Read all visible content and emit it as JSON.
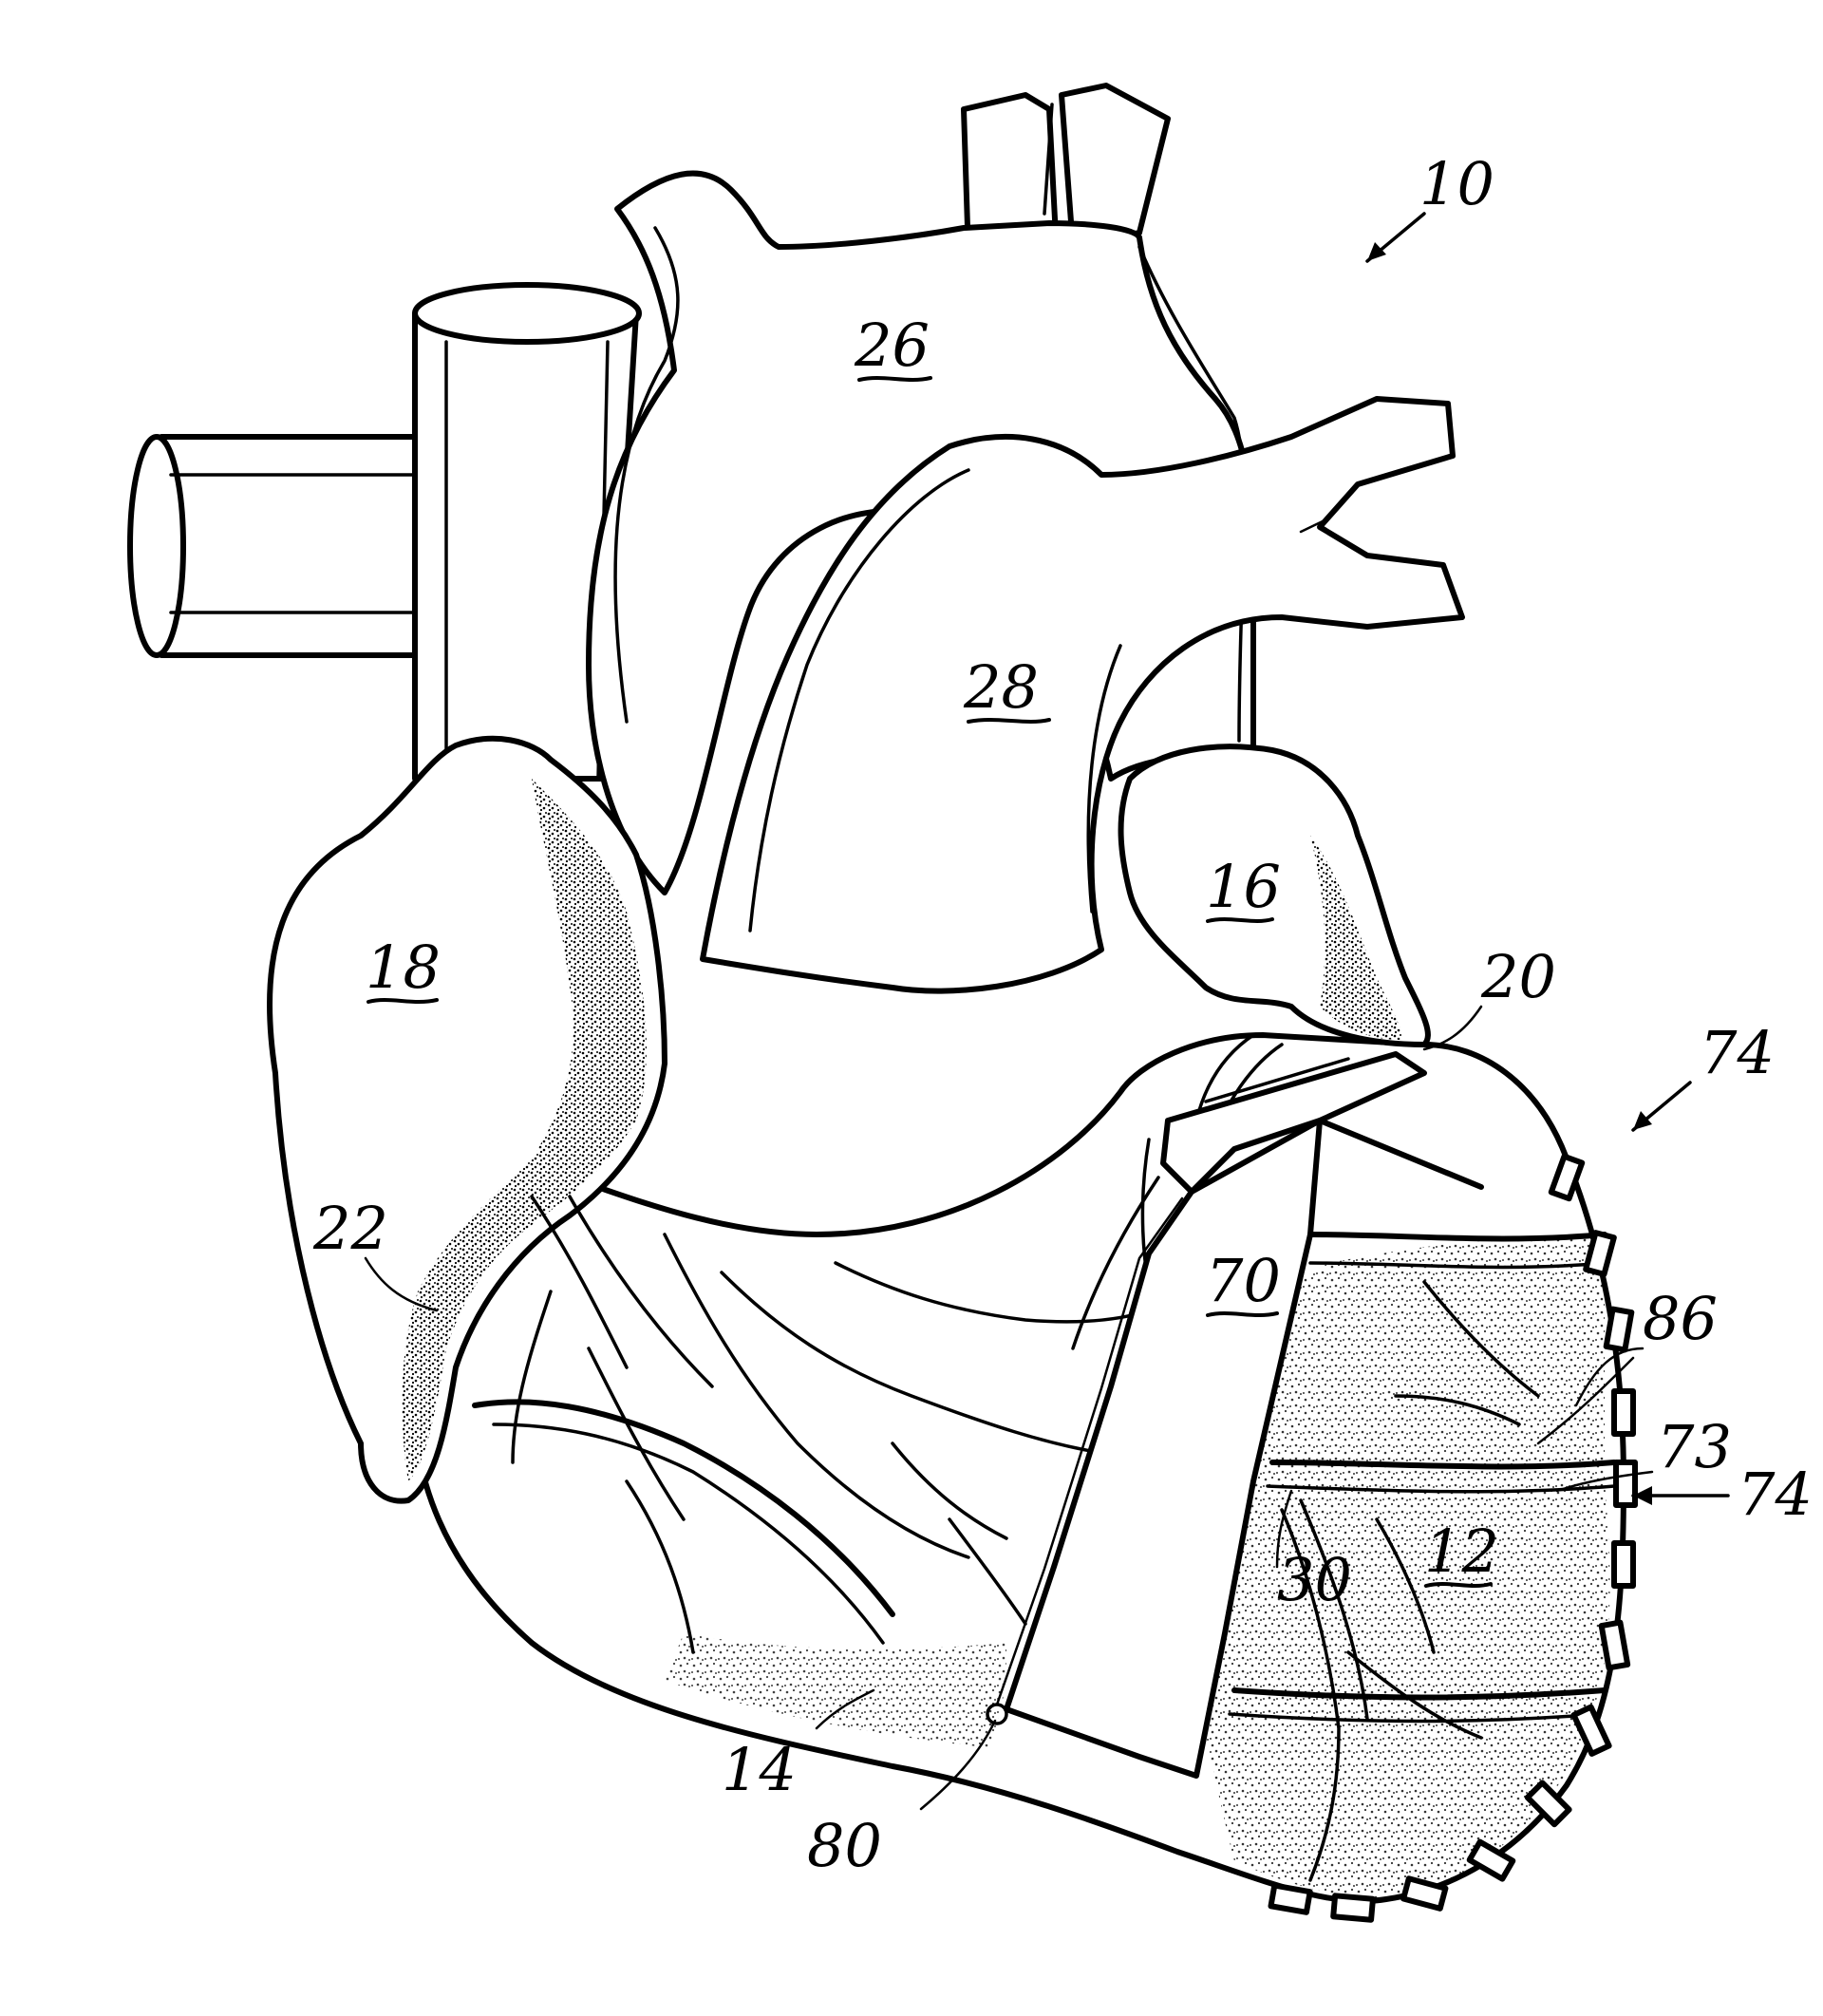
{
  "figure": {
    "reference_labels": {
      "heart": "10",
      "right_ventricle": "12",
      "left_ventricle": "14",
      "left_atrium": "16",
      "right_atrium": "18",
      "atrioventricular_groove_left": "20",
      "atrioventricular_groove_right": "22",
      "aorta": "26",
      "pulmonary_artery": "28",
      "coronary_vessel": "30",
      "band": "70",
      "band_inner_surface": "73",
      "jacket_top": "74",
      "jacket_side": "74",
      "seam": "80",
      "ribs": "86"
    },
    "stipple_color": "#000000",
    "line_color": "#000000",
    "background_color": "#ffffff"
  }
}
